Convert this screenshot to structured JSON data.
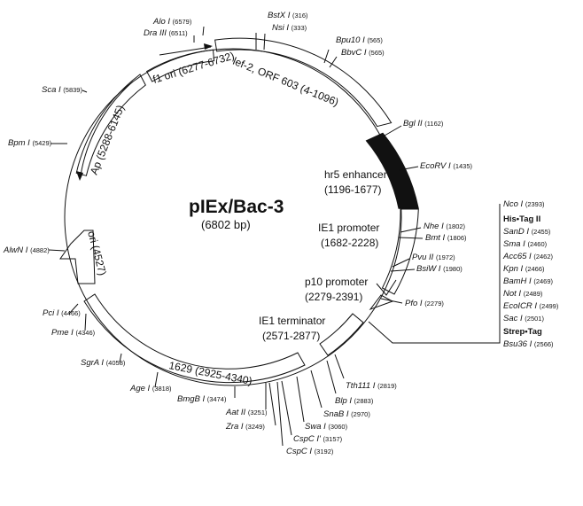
{
  "title": "pIEx/Bac-3",
  "size_label": "(6802 bp)",
  "features": [
    {
      "id": "lef2",
      "label": "lef-2, ORF 603 (4-1096)"
    },
    {
      "id": "f1ori",
      "label": "f1 ori (6277-6732)"
    },
    {
      "id": "ap",
      "label": "Ap (5288-6145)"
    },
    {
      "id": "ori",
      "label": "ori (4527)"
    },
    {
      "id": "hr5",
      "line1": "hr5 enhancer",
      "line2": "(1196-1677)"
    },
    {
      "id": "ie1p",
      "line1": "IE1 promoter",
      "line2": "(1682-2228)"
    },
    {
      "id": "p10p",
      "line1": "p10 promoter",
      "line2": "(2279-2391)"
    },
    {
      "id": "ie1t",
      "line1": "IE1 terminator",
      "line2": "(2571-2877)"
    },
    {
      "id": "f1629",
      "label": "1629 (2925-4340)"
    }
  ],
  "sites": [
    {
      "name": "BstX I",
      "pos": "(316)"
    },
    {
      "name": "Nsi I",
      "pos": "(333)"
    },
    {
      "name": "Bpu10 I",
      "pos": "(565)"
    },
    {
      "name": "BbvC I",
      "pos": "(565)"
    },
    {
      "name": "Bgl II",
      "pos": "(1162)"
    },
    {
      "name": "EcoRV I",
      "pos": "(1435)"
    },
    {
      "name": "Nhe I",
      "pos": "(1802)"
    },
    {
      "name": "Bmt I",
      "pos": "(1806)"
    },
    {
      "name": "Pvu II",
      "pos": "(1972)"
    },
    {
      "name": "BsiW I",
      "pos": "(1980)"
    },
    {
      "name": "Pfo I",
      "pos": "(2279)"
    },
    {
      "name": "Tth111 I",
      "pos": "(2819)"
    },
    {
      "name": "Blp I",
      "pos": "(2883)"
    },
    {
      "name": "SnaB I",
      "pos": "(2970)"
    },
    {
      "name": "Swa I",
      "pos": "(3060)"
    },
    {
      "name": "CspC I'",
      "pos": "(3157)"
    },
    {
      "name": "CspC I",
      "pos": "(3192)"
    },
    {
      "name": "Zra I",
      "pos": "(3249)"
    },
    {
      "name": "Aat II",
      "pos": "(3251)"
    },
    {
      "name": "BmgB I",
      "pos": "(3474)"
    },
    {
      "name": "Age I",
      "pos": "(3818)"
    },
    {
      "name": "SgrA I",
      "pos": "(4058)"
    },
    {
      "name": "Pme I",
      "pos": "(4346)"
    },
    {
      "name": "Pci I",
      "pos": "(4466)"
    },
    {
      "name": "AlwN I",
      "pos": "(4882)"
    },
    {
      "name": "Bpm I",
      "pos": "(5429)"
    },
    {
      "name": "Sca I",
      "pos": "(5839)"
    },
    {
      "name": "Dra III",
      "pos": "(6511)"
    },
    {
      "name": "Alo I",
      "pos": "(6579)"
    }
  ],
  "mcs": [
    {
      "name": "Nco I",
      "pos": "(2393)",
      "bold": false
    },
    {
      "name": "His•Tag II",
      "pos": "",
      "bold": true
    },
    {
      "name": "SanD I",
      "pos": "(2455)",
      "bold": false
    },
    {
      "name": "Sma I",
      "pos": "(2460)",
      "bold": false
    },
    {
      "name": "Acc65 I",
      "pos": "(2462)",
      "bold": false
    },
    {
      "name": "Kpn I",
      "pos": "(2466)",
      "bold": false
    },
    {
      "name": "BamH I",
      "pos": "(2469)",
      "bold": false
    },
    {
      "name": "Not I",
      "pos": "(2489)",
      "bold": false
    },
    {
      "name": "EcoICR I",
      "pos": "(2499)",
      "bold": false
    },
    {
      "name": "Sac I",
      "pos": "(2501)",
      "bold": false
    },
    {
      "name": "Strep•Tag",
      "pos": "",
      "bold": true
    },
    {
      "name": "Bsu36 I",
      "pos": "(2566)",
      "bold": false
    }
  ]
}
